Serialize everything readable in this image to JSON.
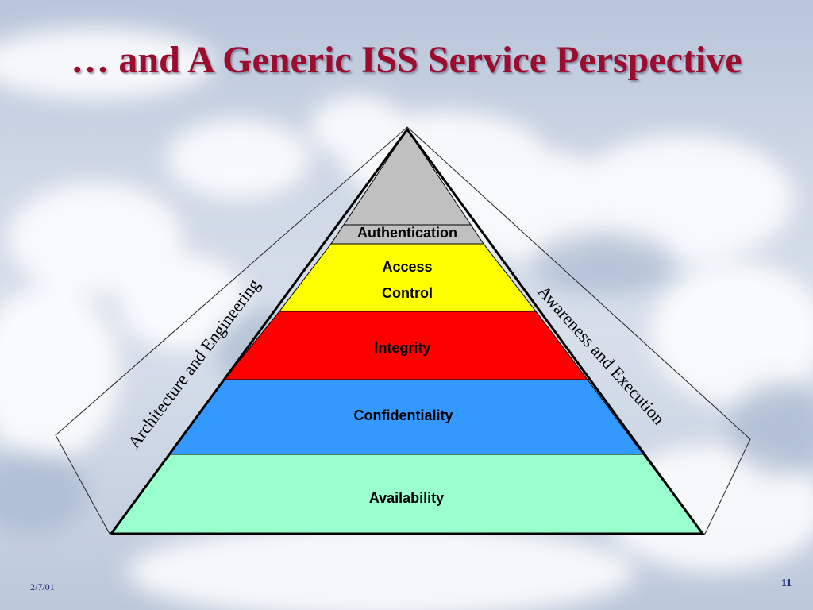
{
  "slide": {
    "title": "… and A Generic ISS Service Perspective",
    "date": "2/7/01",
    "page_number": "11"
  },
  "pyramid": {
    "layers": [
      {
        "id": "apex",
        "lines": [],
        "color": "#c0c0c0"
      },
      {
        "id": "authentication",
        "lines": [
          "Authentication"
        ],
        "color": "#c0c0c0"
      },
      {
        "id": "access-control",
        "lines": [
          "Access",
          "Control"
        ],
        "color": "#ffff00"
      },
      {
        "id": "integrity",
        "lines": [
          "Integrity"
        ],
        "color": "#ff0000"
      },
      {
        "id": "confidentiality",
        "lines": [
          "Confidentiality"
        ],
        "color": "#3399ff"
      },
      {
        "id": "availability",
        "lines": [
          "Availability"
        ],
        "color": "#99ffcc"
      }
    ]
  },
  "sides": {
    "left_label": "Architecture and Engineering",
    "right_label": "Awareness and Execution"
  }
}
